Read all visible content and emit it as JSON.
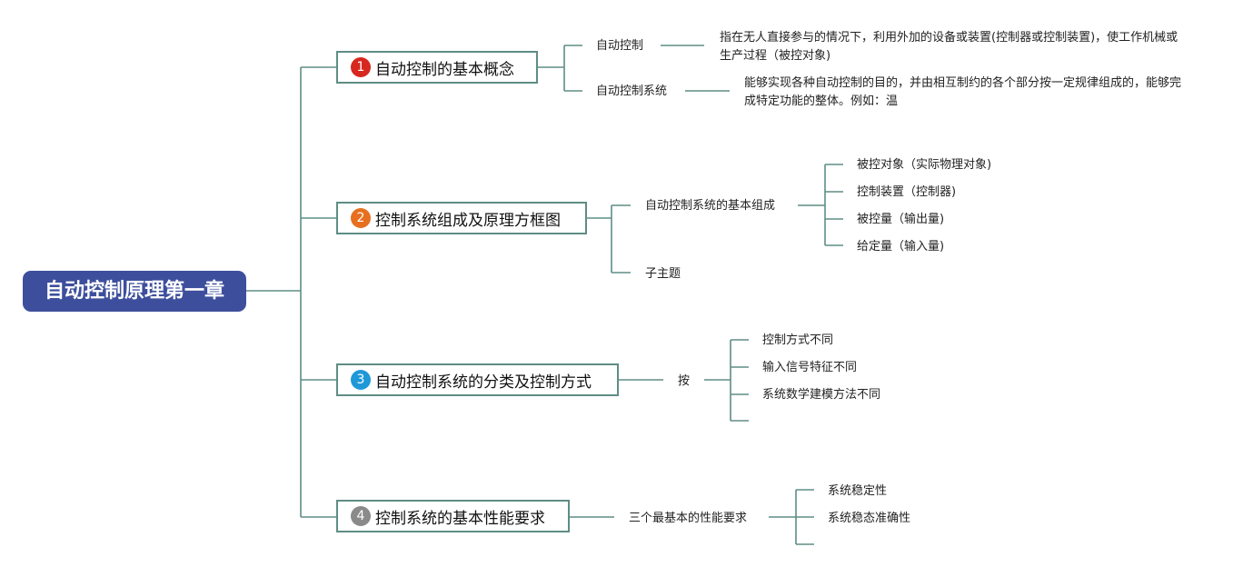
{
  "root": {
    "label": "自动控制原理第一章",
    "color": "#3d4f9c"
  },
  "line_color": "#5e8d85",
  "topics": [
    {
      "number": "1",
      "badge_color": "#d6281f",
      "label": "自动控制的基本概念",
      "children": [
        {
          "label": "自动控制",
          "detail": "指在无人直接参与的情况下，利用外加的设备或装置(控制器或控制装置)，使工作机械或生产过程（被控对象)"
        },
        {
          "label": "自动控制系统",
          "detail": "能够实现各种自动控制的目的，并由相互制约的各个部分按一定规律组成的，能够完成特定功能的整体。例如：温"
        }
      ]
    },
    {
      "number": "2",
      "badge_color": "#e6701f",
      "label": "控制系统组成及原理方框图",
      "children": [
        {
          "label": "自动控制系统的基本组成",
          "items": [
            "被控对象（实际物理对象)",
            "控制装置（控制器)",
            "被控量（输出量)",
            "给定量（输入量)"
          ]
        },
        {
          "label": "子主题"
        }
      ]
    },
    {
      "number": "3",
      "badge_color": "#1f98d8",
      "label": "自动控制系统的分类及控制方式",
      "children": [
        {
          "label": "按",
          "items": [
            "控制方式不同",
            "输入信号特征不同",
            "系统数学建模方法不同",
            ""
          ]
        }
      ]
    },
    {
      "number": "4",
      "badge_color": "#8a8a8a",
      "label": "控制系统的基本性能要求",
      "children": [
        {
          "label": "三个最基本的性能要求",
          "items": [
            "系统稳定性",
            "系统稳态准确性",
            ""
          ]
        }
      ]
    }
  ]
}
